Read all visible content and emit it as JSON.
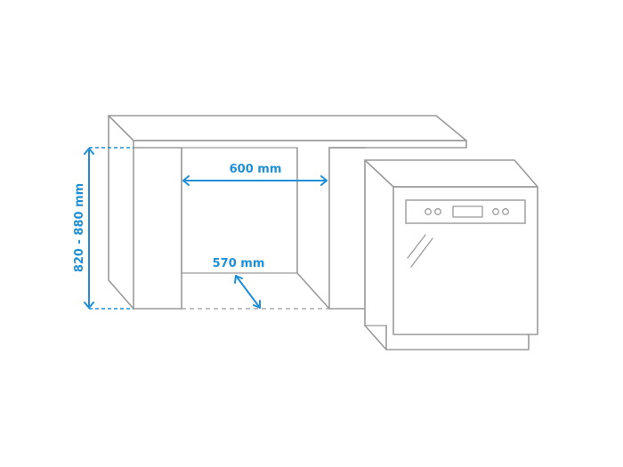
{
  "dimensions": {
    "width_label": "600 mm",
    "depth_label": "570 mm",
    "height_label": "820 - 880 mm"
  },
  "colors": {
    "outline": "#9a9a9a",
    "dimension": "#1f90d6",
    "background": "#ffffff"
  }
}
